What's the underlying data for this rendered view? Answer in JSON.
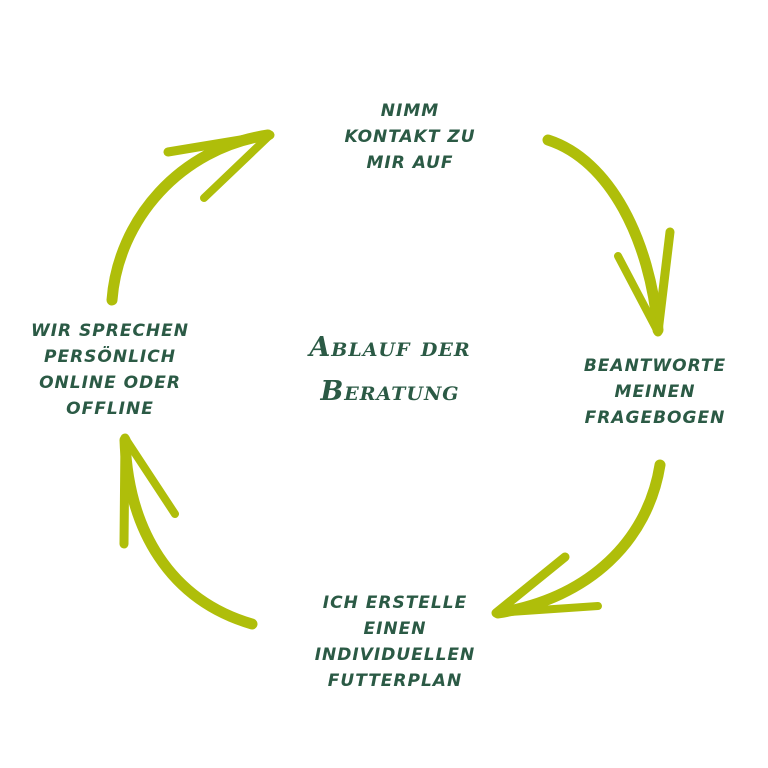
{
  "diagram": {
    "center_title": "Ablauf der\nBeratung",
    "steps": [
      {
        "text": "Nimm\nKontakt zu\nmir auf"
      },
      {
        "text": "Beantworte\nmeinen\nFragebogen"
      },
      {
        "text": "Ich erstelle\neinen\nindividuellen\nFutterplan"
      },
      {
        "text": "Wir sprechen\npersönlich\nonline oder\noffline"
      }
    ],
    "colors": {
      "arrow": "#afbe0a",
      "text": "#2b5a45",
      "background": "#ffffff"
    }
  }
}
